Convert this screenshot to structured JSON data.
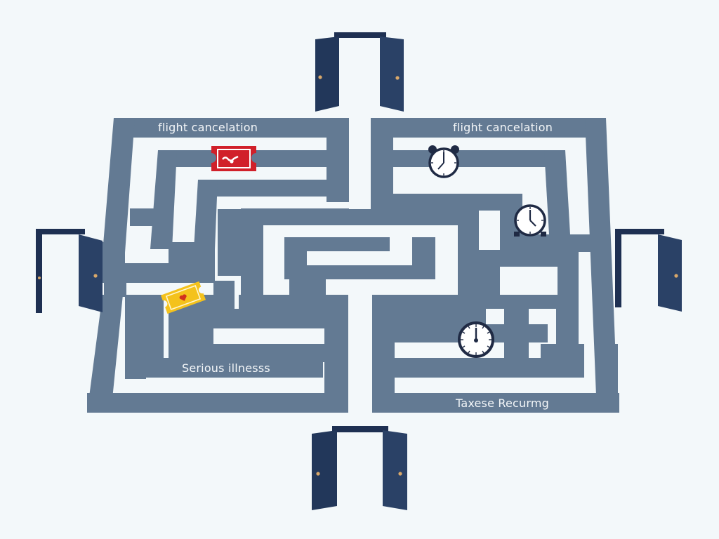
{
  "diagram": {
    "type": "maze-illustration",
    "colors": {
      "background": "#f3f8fa",
      "maze_wall": "#637a93",
      "door": "#22375a",
      "door_frame": "#1e3052",
      "door_knob": "#d9a86a",
      "ticket_red": "#d1202a",
      "ticket_yellow": "#f4c21c",
      "clock_outline": "#1f2a44",
      "label_text": "#f4f7f9"
    },
    "labels": {
      "top_left": "flight cancelation",
      "top_right": "flight cancelation",
      "bottom_left": "Serious illnesss",
      "bottom_right": "Taxese Recurmg"
    },
    "icons": {
      "red_ticket": "plane-ticket-icon",
      "yellow_ticket": "heart-ticket-icon",
      "clock_1": "alarm-clock-icon",
      "clock_2": "alarm-clock-icon",
      "clock_3": "wall-clock-icon"
    },
    "doors": {
      "top": "double-door-open",
      "bottom": "double-door-open",
      "left": "single-door-open",
      "right": "single-door-open"
    }
  }
}
